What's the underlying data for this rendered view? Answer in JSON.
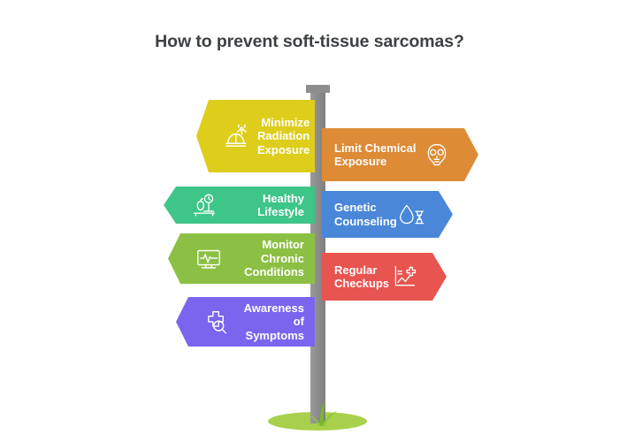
{
  "page": {
    "title": "How to prevent soft-tissue sarcomas?",
    "background_color": "#ffffff",
    "title_color": "#3d4144"
  },
  "signpost": {
    "post_color": "#8d8d8d",
    "grass_color": "#a9d04c",
    "grass_accent_color": "#7ab829"
  },
  "signs": {
    "left": [
      {
        "label": "Minimize\nRadiation\nExposure",
        "color": "#dfcd1c",
        "icon": "radiation-hardhat-icon",
        "direction": "left"
      },
      {
        "label": "Healthy Lifestyle",
        "color": "#3ec588",
        "icon": "healthy-food-scale-icon",
        "direction": "left"
      },
      {
        "label": "Monitor Chronic\nConditions",
        "color": "#8cc044",
        "icon": "monitor-heartbeat-icon",
        "direction": "left"
      },
      {
        "label": "Awareness of\nSymptoms",
        "color": "#7b64ee",
        "icon": "cross-magnifier-icon",
        "direction": "left"
      }
    ],
    "right": [
      {
        "label": "Limit Chemical\nExposure",
        "color": "#de8b36",
        "icon": "gas-mask-icon",
        "direction": "right"
      },
      {
        "label": "Genetic\nCounseling",
        "color": "#4a87d8",
        "icon": "dna-blood-drop-icon",
        "direction": "right"
      },
      {
        "label": "Regular\nCheckups",
        "color": "#e85450",
        "icon": "medical-chart-icon",
        "direction": "right"
      }
    ]
  }
}
